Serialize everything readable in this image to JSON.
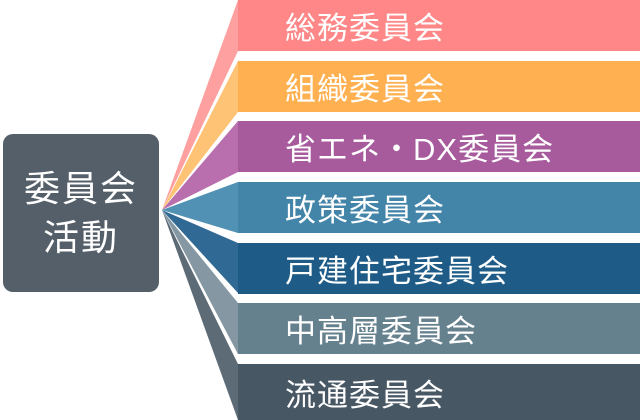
{
  "root": {
    "line1": "委員会",
    "line2": "活動",
    "bg_color": "#545f6a",
    "text_color": "#ffffff"
  },
  "items": [
    {
      "label": "総務委員会",
      "bar_color": "#ff8787",
      "beam_color": "#ffa0a0"
    },
    {
      "label": "組織委員会",
      "bar_color": "#ffb151",
      "beam_color": "#ffc376"
    },
    {
      "label": "省エネ・DX委員会",
      "bar_color": "#a75b9d",
      "beam_color": "#b96fae"
    },
    {
      "label": "政策委員会",
      "bar_color": "#4384a9",
      "beam_color": "#5191b4"
    },
    {
      "label": "戸建住宅委員会",
      "bar_color": "#1e5c87",
      "beam_color": "#2f6994"
    },
    {
      "label": "中高層委員会",
      "bar_color": "#66818e",
      "beam_color": "#8497a2"
    },
    {
      "label": "流通委員会",
      "bar_color": "#485764",
      "beam_color": "#5d6b77"
    }
  ]
}
